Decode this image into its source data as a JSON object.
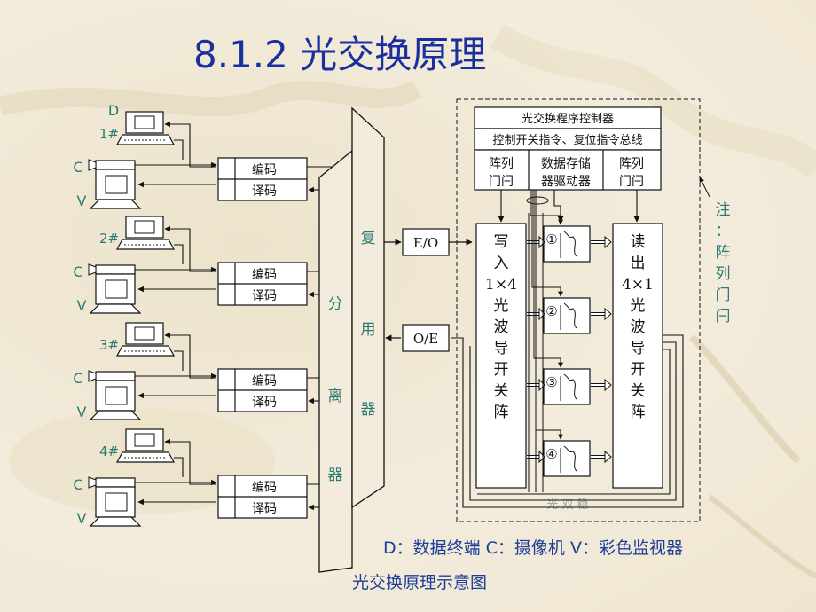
{
  "slide": {
    "title": "8.1.2  光交换原理",
    "caption": "光交换原理示意图",
    "legend": "D：数据终端    C：摄像机    V：彩色监视器"
  },
  "stations": [
    {
      "terminal_label": "D",
      "terminal_num": "1#",
      "camera_label": "C",
      "monitor_label": "V",
      "encode": "编码",
      "decode": "译码"
    },
    {
      "terminal_label": "",
      "terminal_num": "2#",
      "camera_label": "C",
      "monitor_label": "V",
      "encode": "编码",
      "decode": "译码"
    },
    {
      "terminal_label": "",
      "terminal_num": "3#",
      "camera_label": "C",
      "monitor_label": "V",
      "encode": "编码",
      "decode": "译码"
    },
    {
      "terminal_label": "",
      "terminal_num": "4#",
      "camera_label": "C",
      "monitor_label": "V",
      "encode": "编码",
      "decode": "译码"
    }
  ],
  "mux": {
    "multiplexer": [
      "复",
      "用",
      "器"
    ],
    "demultiplexer": [
      "分",
      "离",
      "器"
    ]
  },
  "converters": {
    "eo": "E/O",
    "oe": "O/E"
  },
  "controller": {
    "title": "光交换程序控制器",
    "bus": "控制开关指令、复位指令总线",
    "cell_left": [
      "阵列",
      "门闩"
    ],
    "cell_mid": [
      "数据存储",
      "器驱动器"
    ],
    "cell_right": [
      "阵列",
      "门闩"
    ]
  },
  "write_switch": [
    "写",
    "入",
    "1×4",
    "光",
    "波",
    "导",
    "开",
    "关",
    "阵"
  ],
  "read_switch": [
    "读",
    "出",
    "4×1",
    "光",
    "波",
    "导",
    "开",
    "关",
    "阵"
  ],
  "memories": [
    "①",
    "②",
    "③",
    "④"
  ],
  "bistable_label": "光 双 稳",
  "note": [
    "注",
    "：",
    "阵",
    "列",
    "门",
    "闩"
  ]
}
